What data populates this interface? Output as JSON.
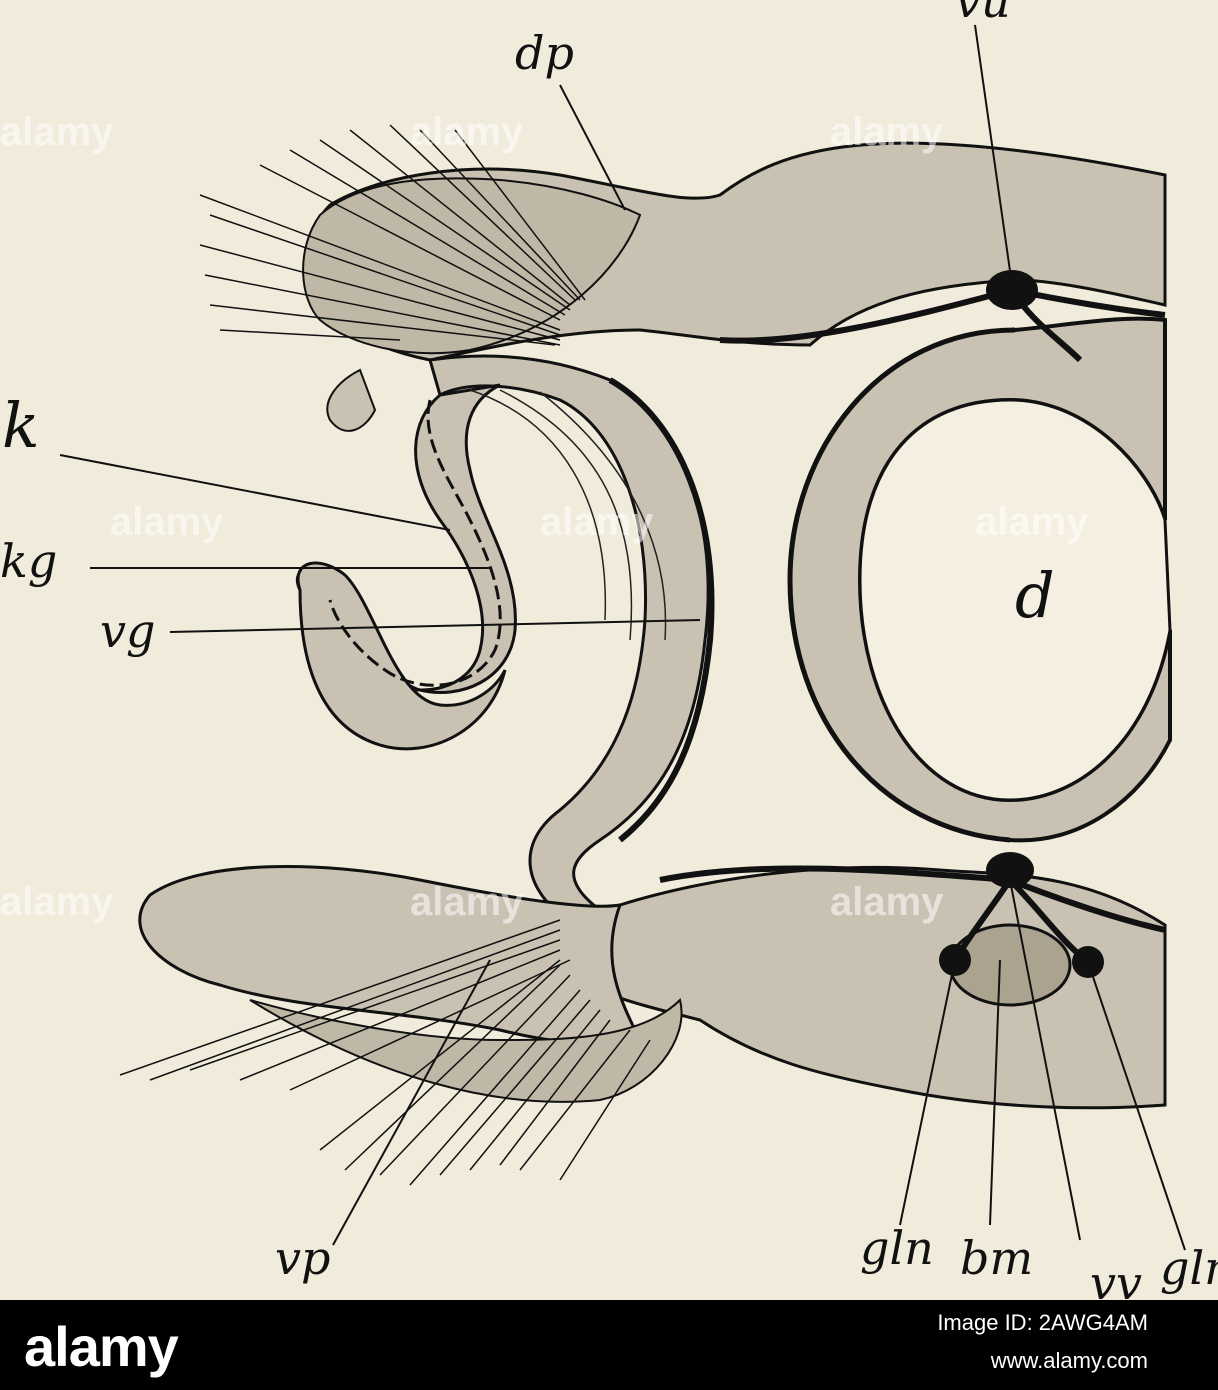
{
  "figure": {
    "labels": {
      "dp": "dp",
      "vu": "vu",
      "k": "k",
      "kg": "kg",
      "vg": "vg",
      "d": "d",
      "vp": "vp",
      "gln_left": "gln",
      "bm": "bm",
      "vv": "vv",
      "gln_right": "gln"
    }
  },
  "watermark": {
    "text": "alamy"
  },
  "footer": {
    "logo": "alamy",
    "image_id_label": "Image ID: 2AWG4AM",
    "url": "www.alamy.com"
  }
}
